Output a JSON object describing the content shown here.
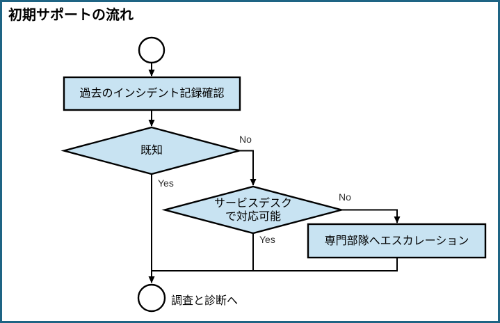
{
  "diagram": {
    "title": "初期サポートの流れ",
    "nodes": {
      "check_records": {
        "label": "過去のインシデント記録確認"
      },
      "known": {
        "label": "既知"
      },
      "service_desk": {
        "label_line1": "サービスデスク",
        "label_line2": "で対応可能"
      },
      "escalation": {
        "label": "専門部隊へエスカレーション"
      },
      "end": {
        "label": "調査と診断へ"
      }
    },
    "edge_labels": {
      "known_no": "No",
      "known_yes": "Yes",
      "service_desk_no": "No",
      "service_desk_yes": "Yes"
    },
    "colors": {
      "frame": "#1E6484",
      "node_fill": "#C8E3F2",
      "node_stroke": "#000000",
      "terminator_fill": "#FFFFFF"
    }
  }
}
